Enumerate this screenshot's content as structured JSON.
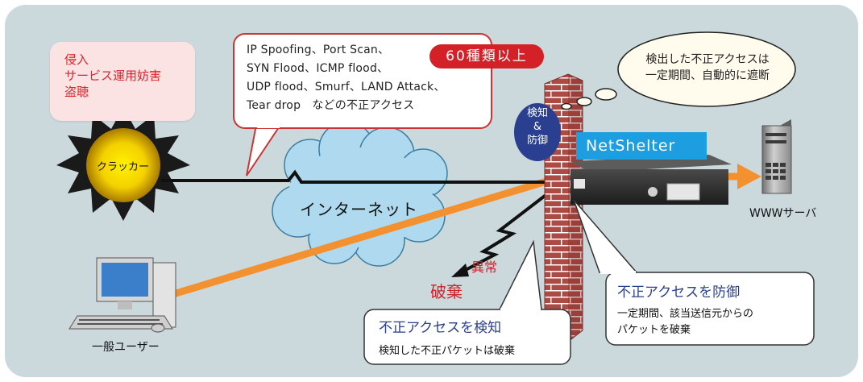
{
  "threats": [
    "侵入",
    "サービス運用妨害",
    "盗聴"
  ],
  "attacks": {
    "lines": [
      "IP Spoofing、Port Scan、",
      "SYN Flood、ICMP flood、",
      "UDP flood、Smurf、LAND Attack、",
      "Tear drop　などの不正アクセス"
    ],
    "badge": "60種類以上"
  },
  "cracker_label": "クラッカー",
  "internet_label": "インターネット",
  "defense_badge": [
    "検知",
    "&",
    "防御"
  ],
  "product_label": "NetShelter",
  "server_label": "WWWサーバ",
  "user_label": "一般ユーザー",
  "anomaly_label": "異常",
  "discard_label": "破棄",
  "thought_note": [
    "検出した不正アクセスは",
    "一定期間、自動的に遮断"
  ],
  "detect_note": {
    "title": "不正アクセスを検知",
    "body": "検知した不正パケットは破棄"
  },
  "defend_note": {
    "title": "不正アクセスを防御",
    "body": [
      "一定期間、該当送信元からの",
      "パケットを破棄"
    ]
  },
  "colors": {
    "background": "#cbd9dc",
    "accent_red": "#d42027",
    "navy": "#2a3f8f",
    "product_blue": "#1d9ee0",
    "arrow_orange": "#f39130",
    "wall_brick": "#a8453f"
  }
}
